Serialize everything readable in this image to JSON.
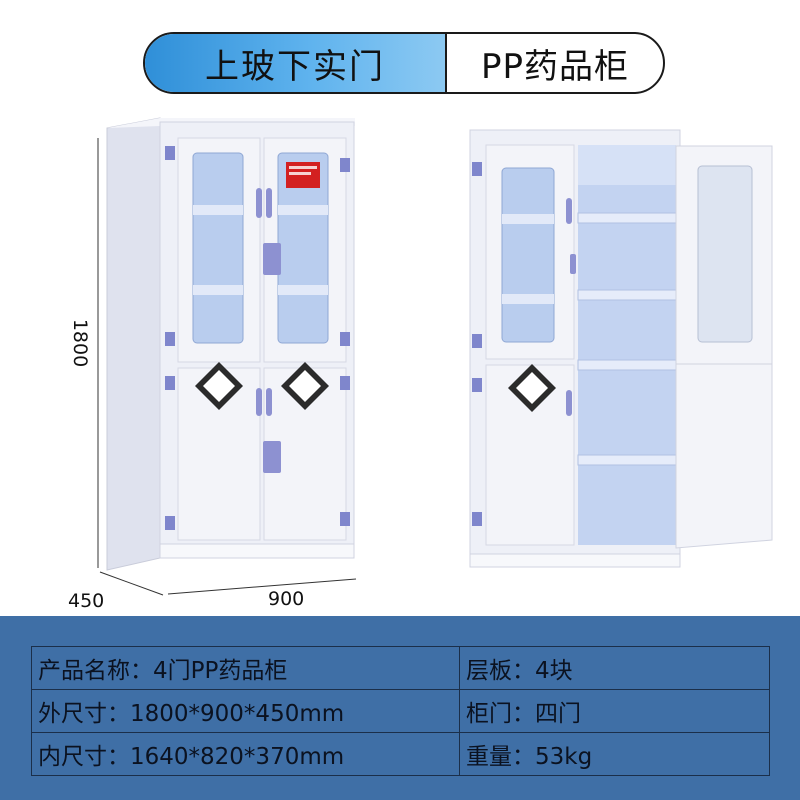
{
  "header": {
    "left_label": "上玻下实门",
    "right_label": "PP药品柜"
  },
  "dimensions": {
    "height": "1800",
    "depth": "450",
    "width": "900"
  },
  "specs": [
    {
      "left": "产品名称：4门PP药品柜",
      "right": "层板：4块"
    },
    {
      "left": "外尺寸：1800*900*450mm",
      "right": "柜门：四门"
    },
    {
      "left": "内尺寸：1640*820*370mm",
      "right": "重量：53kg"
    }
  ],
  "colors": {
    "header_gradient": "#2f8fd8",
    "table_band": "#3f6fa6",
    "cabinet_body": "#eef0f7",
    "glass": "#b9cdee",
    "hinge": "#7f86cc"
  }
}
